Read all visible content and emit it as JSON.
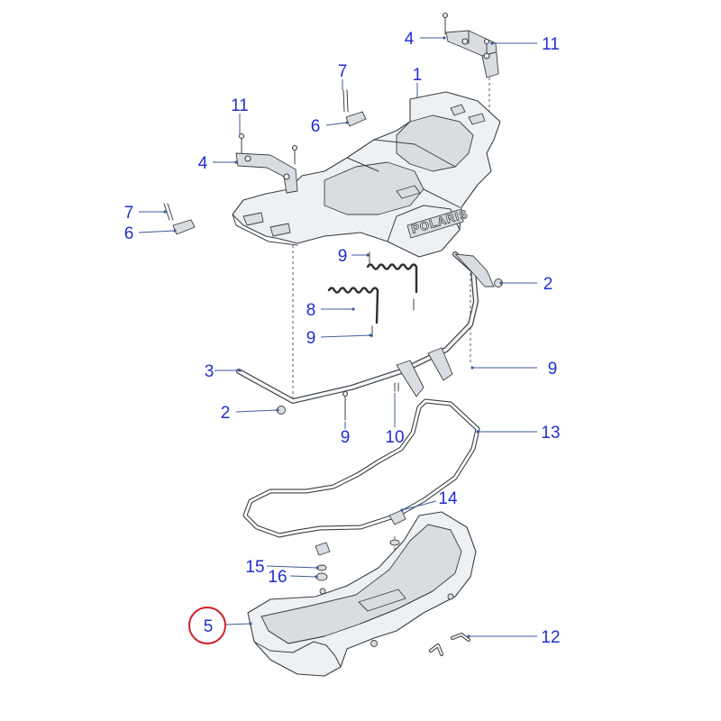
{
  "diagram": {
    "callouts": [
      {
        "id": "c1",
        "label": "1"
      },
      {
        "id": "c2a",
        "label": "2"
      },
      {
        "id": "c2b",
        "label": "2"
      },
      {
        "id": "c3",
        "label": "3"
      },
      {
        "id": "c4a",
        "label": "4"
      },
      {
        "id": "c4b",
        "label": "4"
      },
      {
        "id": "c5",
        "label": "5"
      },
      {
        "id": "c6a",
        "label": "6"
      },
      {
        "id": "c6b",
        "label": "6"
      },
      {
        "id": "c7a",
        "label": "7"
      },
      {
        "id": "c7b",
        "label": "7"
      },
      {
        "id": "c8",
        "label": "8"
      },
      {
        "id": "c9a",
        "label": "9"
      },
      {
        "id": "c9b",
        "label": "9"
      },
      {
        "id": "c9c",
        "label": "9"
      },
      {
        "id": "c9d",
        "label": "9"
      },
      {
        "id": "c10",
        "label": "10"
      },
      {
        "id": "c11a",
        "label": "11"
      },
      {
        "id": "c11b",
        "label": "11"
      },
      {
        "id": "c12",
        "label": "12"
      },
      {
        "id": "c13",
        "label": "13"
      },
      {
        "id": "c14",
        "label": "14"
      },
      {
        "id": "c15",
        "label": "15"
      },
      {
        "id": "c16",
        "label": "16"
      }
    ],
    "highlighted_callout": "5",
    "logo_text": "POLARIS",
    "colors": {
      "callout_text": "#1f2fd0",
      "leader": "#3d5a99",
      "highlight": "#d0202a",
      "outline": "#3a3f44"
    }
  }
}
